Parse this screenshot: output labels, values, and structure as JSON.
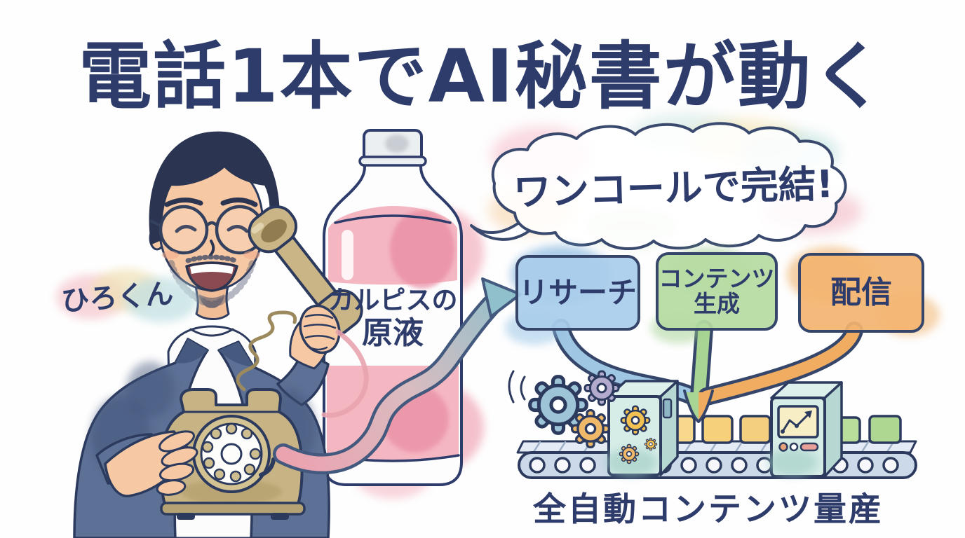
{
  "title": {
    "text": "電話1本でAI秘書が動く"
  },
  "character": {
    "label": "ひろくん"
  },
  "bottle_label": {
    "line1": "カルピスの",
    "line2": "原液"
  },
  "speech_bubble": {
    "text": "ワンコールで完結!"
  },
  "pipeline_steps": [
    {
      "label": "リサーチ",
      "color": "#a9cdec"
    },
    {
      "label": "コンテンツ生成",
      "line1": "コンテンツ",
      "line2": "生成",
      "color": "#b5dba2"
    },
    {
      "label": "配信",
      "color": "#f3b470"
    }
  ],
  "factory_caption": {
    "text": "全自動コンテンツ量産"
  },
  "icons": {
    "handset": "telephone-handset-icon",
    "rotary_phone": "rotary-phone-icon",
    "bottle": "calpis-bottle-icon",
    "gear": "gear-icon",
    "conveyor": "conveyor-belt-icon",
    "chart": "trend-chart-icon"
  },
  "colors": {
    "ink": "#2e3c6b",
    "arrow_gradient_start": "#eba3b0",
    "arrow_gradient_end": "#8fc0cb",
    "bottle_liquid": "#f4b6c1",
    "phone_body": "#c7b384",
    "jacket": "#5d7095",
    "machine": "#d6ece7",
    "belt": "#ccd9e8",
    "package_yellow": "#f6d286",
    "package_green": "#b3da96",
    "gear_blue": "#9ec4d8",
    "gear_purple": "#b3abce",
    "gear_orange": "#f0b96a"
  }
}
